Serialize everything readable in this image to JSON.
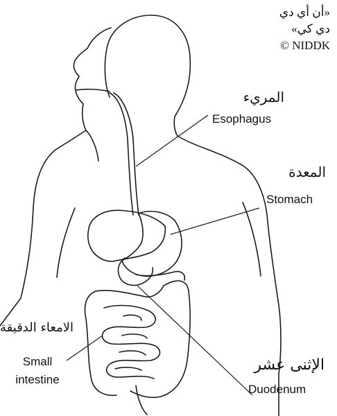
{
  "credit": {
    "line1": "«أن أي دي",
    "line2": "دي كي»",
    "line3": "© NIDDK"
  },
  "labels": {
    "esophagus_ar": "المريء",
    "esophagus_en": "Esophagus",
    "stomach_ar": "المعدة",
    "stomach_en": "Stomach",
    "small_intestine_ar": "الامعاء الدقيقة",
    "small_intestine_en_1": "Small",
    "small_intestine_en_2": "intestine",
    "duodenum_ar": "الإثنى عشر",
    "duodenum_en": "Duodenum"
  }
}
